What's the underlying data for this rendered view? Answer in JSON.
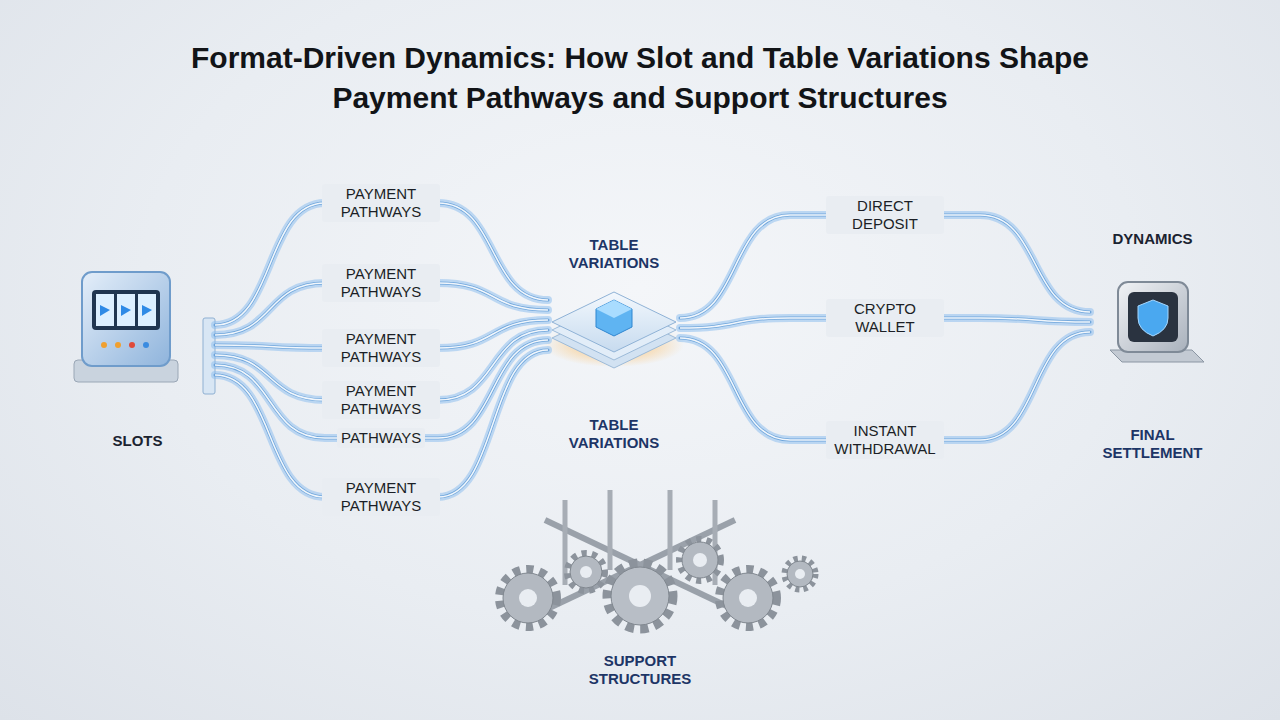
{
  "diagram": {
    "title": "Format-Driven Dynamics: How Slot and Table Variations Shape Payment Pathways and Support Structures",
    "nodes": [
      {
        "text": [
          "SLOTS"
        ]
      },
      {
        "text": [
          "TABLE VARIATIONS",
          "TABLE VARIATIONS"
        ]
      },
      {
        "text": [
          "DYNAMICS",
          "FINAL SETTLEMENT"
        ]
      },
      {
        "text": [
          "SUPPORT STRUCTURES"
        ]
      }
    ],
    "edges": [
      {
        "from": 0,
        "to": 1,
        "arrow": "none",
        "label": "PAYMENT PATHWAYS"
      },
      {
        "from": 0,
        "to": 1,
        "arrow": "none",
        "label": "PAYMENT PATHWAYS"
      },
      {
        "from": 0,
        "to": 1,
        "arrow": "none",
        "label": "PAYMENT PATHWAYS"
      },
      {
        "from": 0,
        "to": 1,
        "arrow": "none",
        "label": "PAYMENT PATHWAYS"
      },
      {
        "from": 0,
        "to": 1,
        "arrow": "none",
        "label": "PATHWAYS"
      },
      {
        "from": 0,
        "to": 1,
        "arrow": "none",
        "label": "PAYMENT PATHWAYS"
      },
      {
        "from": 1,
        "to": 2,
        "arrow": "none",
        "label": "DIRECT DEPOSIT"
      },
      {
        "from": 1,
        "to": 2,
        "arrow": "none",
        "label": "CRYPTO WALLET"
      },
      {
        "from": 1,
        "to": 2,
        "arrow": "none",
        "label": "INSTANT WITHDRAWAL"
      }
    ]
  }
}
